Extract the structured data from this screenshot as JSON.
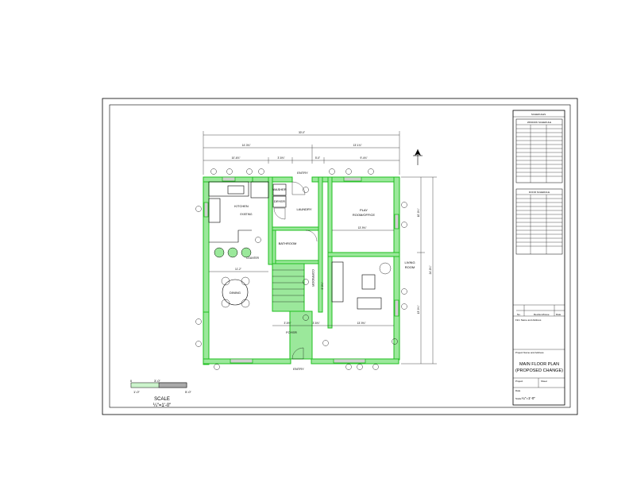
{
  "rooms": {
    "entry_top": "ENTRY",
    "kitchen": "KITCHEN",
    "washer": "WASHER",
    "dryer": "DRYER",
    "laundry": "LAUNDRY",
    "bathroom": "BATHROOM",
    "play_office_line1": "PLAY",
    "play_office_line2": "ROOM/OFFICE",
    "living_line1": "LIVING",
    "living_line2": "ROOM",
    "corridor": "CORRIDOR",
    "dining": "DINING",
    "foyer": "FOYER",
    "entry_bottom": "ENTRY"
  },
  "dimensions": {
    "overall": "30'-0\"",
    "top_left": "14'-3¾\"",
    "top_right": "13'-1¾\"",
    "row_a": "10'-6⅞\"",
    "row_b": "3'-5¾\"",
    "row_c": "5'-0\"",
    "row_d": "9'-4¾\"",
    "right_upper": "10'-0¾\"",
    "right_total": "24'-0¾\"",
    "right_lower": "13'-9¾\"",
    "dining_width": "11'-2\"",
    "play_width": "13'-9¾\"",
    "bottom_a": "3'-5¾\"",
    "bottom_b": "3'-5¾\"",
    "bottom_c": "13'-9¾\"",
    "corridor_len": "9'-3¾\""
  },
  "notes": {
    "counter": "COUNTER",
    "existing": "EXISTING"
  },
  "scale": {
    "bar_top": "3'-0\"",
    "left_tick": "0",
    "bar_bottom_left": "1'-0\"",
    "bar_bottom_right": "5'-0\"",
    "title": "SCALE",
    "value": "¼\"=1'-0\""
  },
  "title_block": {
    "header": "SCHEDULES",
    "window_schedule": "WINDOW SCHEDULE",
    "door_schedule": "DOOR SCHEDULE",
    "rev_no": "No.",
    "rev_desc": "Revision/Issue",
    "rev_date": "Date",
    "firm": "Firm Name and Address",
    "project": "Project Name and Address",
    "sheet_title_line1": "MAIN FLOOR PLAN",
    "sheet_title_line2": "(PROPOSED CHANGE)",
    "project_label": "Project",
    "sheet_label": "Sheet",
    "date_label": "Date",
    "scale_label": "Scale",
    "scale_value": "¼\"=1'-0\""
  },
  "colors": {
    "wall_fill": "#9be89b",
    "wall_stroke": "#1fbf1f",
    "hatch": "#cfcfcf",
    "line": "#000000"
  }
}
